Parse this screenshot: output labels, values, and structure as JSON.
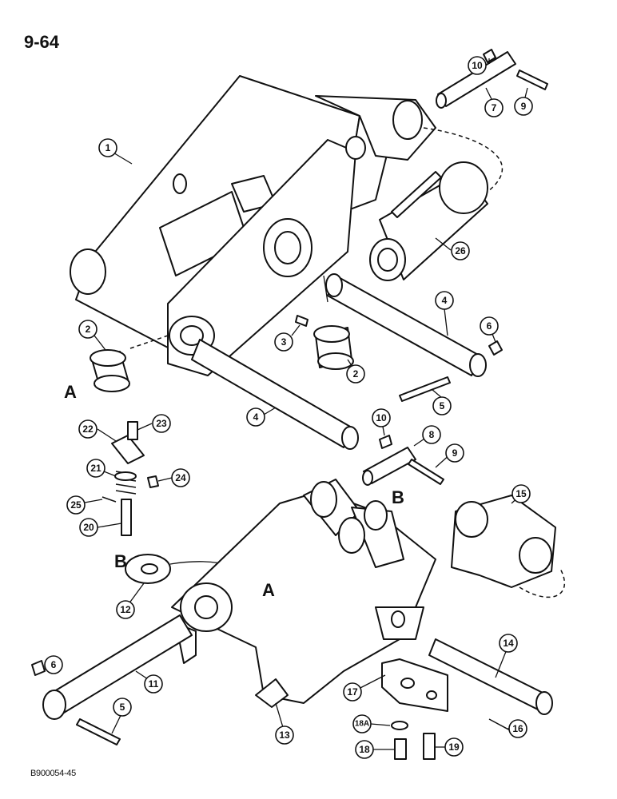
{
  "page_number": "9-64",
  "figure_code": "B900054-45",
  "callouts": [
    "1",
    "2",
    "3",
    "2",
    "4",
    "4",
    "5",
    "5",
    "6",
    "6",
    "7",
    "8",
    "9",
    "9",
    "10",
    "10",
    "11",
    "12",
    "13",
    "14",
    "15",
    "16",
    "17",
    "18A",
    "18",
    "19",
    "20",
    "21",
    "22",
    "23",
    "24",
    "25",
    "26"
  ],
  "reference_letters": [
    "A",
    "B",
    "B",
    "A"
  ]
}
